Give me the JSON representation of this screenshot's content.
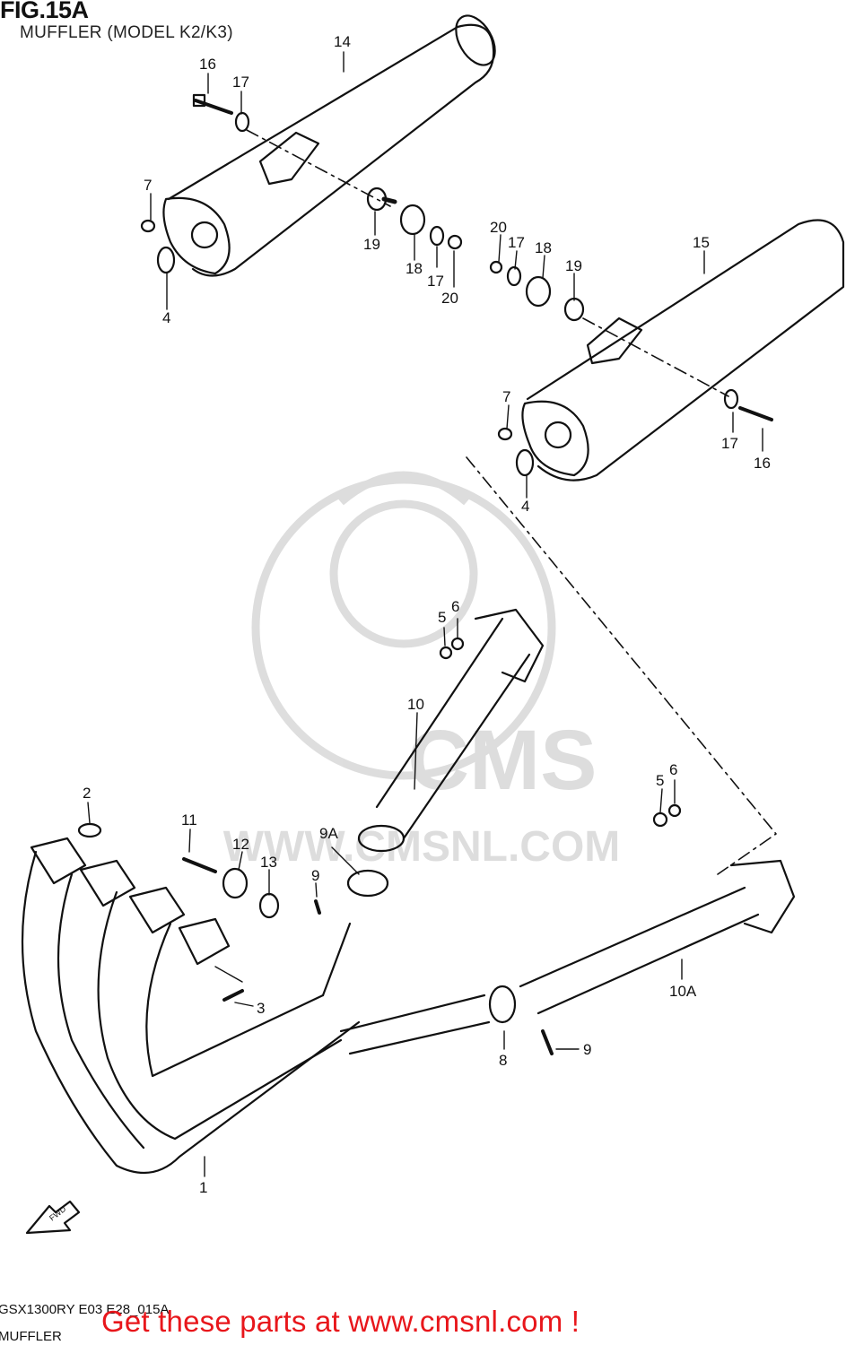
{
  "figure": {
    "number": "FIG.15A",
    "subtitle": "MUFFLER (MODEL K2/K3)",
    "code": "GSX1300RY E03 E28_015A",
    "name": "MUFFLER"
  },
  "watermark": {
    "text": "WWW.CMSNL.COM",
    "logo": "CMS"
  },
  "direction_badge": "FWD",
  "promo": {
    "text": "Get these parts at www.cmsnl.com !",
    "color": "#e8161b"
  },
  "callouts": {
    "c1": "1",
    "c2": "2",
    "c3": "3",
    "c4a": "4",
    "c4b": "4",
    "c5a": "5",
    "c5b": "5",
    "c6a": "6",
    "c6b": "6",
    "c7a": "7",
    "c7b": "7",
    "c8": "8",
    "c9a": "9",
    "c9b": "9",
    "c9A": "9A",
    "c10": "10",
    "c10A": "10A",
    "c11": "11",
    "c12": "12",
    "c13": "13",
    "c14": "14",
    "c15": "15",
    "c16a": "16",
    "c16b": "16",
    "c17a": "17",
    "c17b": "17",
    "c17c": "17",
    "c17d": "17",
    "c18a": "18",
    "c18b": "18",
    "c19a": "19",
    "c19b": "19",
    "c20a": "20",
    "c20b": "20"
  }
}
